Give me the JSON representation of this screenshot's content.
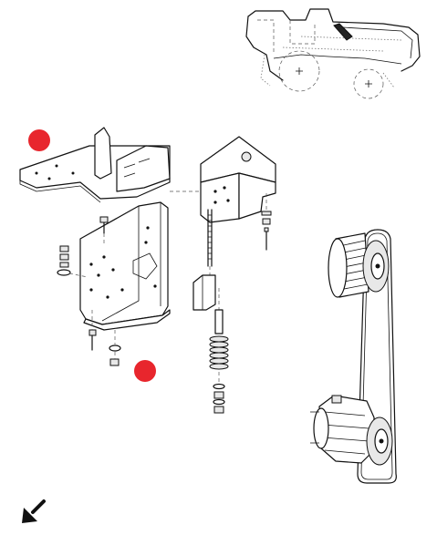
{
  "diagram": {
    "callout_color": "#e8262d",
    "callouts": [
      {
        "id": "callout-bracket-plate"
      },
      {
        "id": "callout-washer-nut"
      }
    ],
    "orientation_icon": "arrow-down-left-icon",
    "parts": [
      "machine-overview",
      "mounting-bracket",
      "support-bracket",
      "tension-rod-assembly",
      "belt-drive-assembly"
    ]
  }
}
